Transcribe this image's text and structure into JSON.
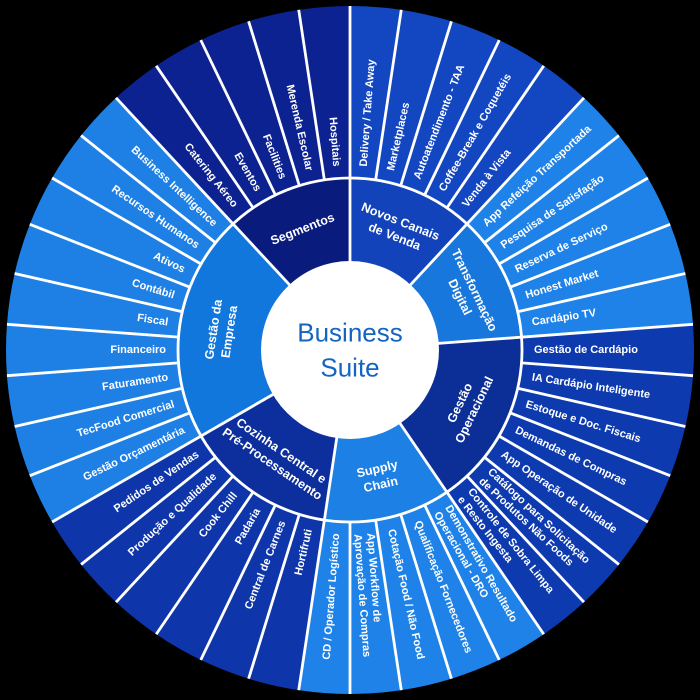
{
  "page": {
    "background": "#000000"
  },
  "hub": {
    "label": "Business\nSuite",
    "fill": "#ffffff",
    "text_color": "#1565c0"
  },
  "separators": {
    "color": "#ffffff"
  },
  "chart_data": {
    "type": "sunburst",
    "center_label": "Business Suite",
    "rings": [
      "category",
      "module"
    ],
    "start_angle_deg": 0,
    "equal_leaf_angles": true,
    "total_leaves": 42,
    "categories": [
      {
        "name": "Novos Canais de Venda",
        "label": "Novos Canais\nde Venda",
        "inner_color": "#1243bb",
        "leaf_color": "#1346c1",
        "children": [
          "Delivery / Take Away",
          "Marketplaces",
          "Autoatendimento - TAA",
          "Coffee-Break e Coquetéis",
          "Venda à Vista"
        ]
      },
      {
        "name": "Transformação Digital",
        "label": "Transformação\nDigital",
        "inner_color": "#1877dc",
        "leaf_color": "#1e82e8",
        "children": [
          "App Refeição Transportada",
          "Pesquisa de Satisfação",
          "Reserva de Serviço",
          "Honest Market",
          "Cardápio TV"
        ]
      },
      {
        "name": "Gestão Operacional",
        "label": "Gestão\nOperacional",
        "inner_color": "#0c2e97",
        "leaf_color": "#0e3ab0",
        "children": [
          "Gestão de Cardápio",
          "IA Cardápio Inteligente",
          "Estoque e Doc. Fiscais",
          "Demandas de Compras",
          "App Operação de Unidade",
          "Catálogo para Solicitação\nde Produtos Não Foods",
          "Controle de Sobra Limpa\ne Resto Ingesta"
        ]
      },
      {
        "name": "Supply Chain",
        "label": "Supply\nChain",
        "inner_color": "#1d80e4",
        "leaf_color": "#1e82e8",
        "children": [
          "Demonstrativo Resultado\nOperacional - DRO",
          "Qualificação Fornecedores",
          "Cotação Food / Não Food",
          "App Workflow de\nAprovação de Compras",
          "CD / Operador Logístico"
        ]
      },
      {
        "name": "Cozinha Central e Pré-Processamento",
        "label": "Cozinha Central e\nPré-Processamento",
        "inner_color": "#0d2f9d",
        "leaf_color": "#0e36aa",
        "children": [
          "Hortifruti",
          "Central de Carnes",
          "Padaria",
          "Cook Chill",
          "Produção e Qualidade",
          "Pedidos de Vendas"
        ]
      },
      {
        "name": "Gestão da Empresa",
        "label": "Gestão da\nEmpresa",
        "inner_color": "#1277dc",
        "leaf_color": "#1e80e5",
        "children": [
          "Gestão Orçamentária",
          "TecFood Comercial",
          "Faturamento",
          "Financeiro",
          "Fiscal",
          "Contábil",
          "Ativos",
          "Recursos Humanos",
          "Business Intelligence"
        ]
      },
      {
        "name": "Segmentos",
        "label": "Segmentos",
        "inner_color": "#0a1b7e",
        "leaf_color": "#0c2291",
        "children": [
          "Catering Aéreo",
          "Eventos",
          "Facilities",
          "Merenda Escolar",
          "Hospitais"
        ]
      }
    ]
  }
}
